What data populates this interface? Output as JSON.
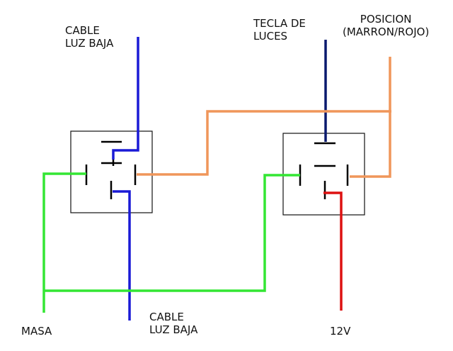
{
  "labels": {
    "cable_top_line1": "CABLE",
    "cable_top_line2": "LUZ BAJA",
    "tecla_line1": "TECLA DE",
    "tecla_line2": "LUCES",
    "posicion_line1": "POSICION",
    "posicion_line2": "(MARRON/ROJO)",
    "cable_bottom_line1": "CABLE",
    "cable_bottom_line2": "LUZ BAJA",
    "masa": "MASA",
    "twelve_v": "12V"
  },
  "colors": {
    "blue": "#1a1ad6",
    "navy": "#0a1a6e",
    "green": "#33e633",
    "orange": "#f0965a",
    "red": "#dd1111",
    "box": "#111111",
    "contact": "#000000"
  }
}
